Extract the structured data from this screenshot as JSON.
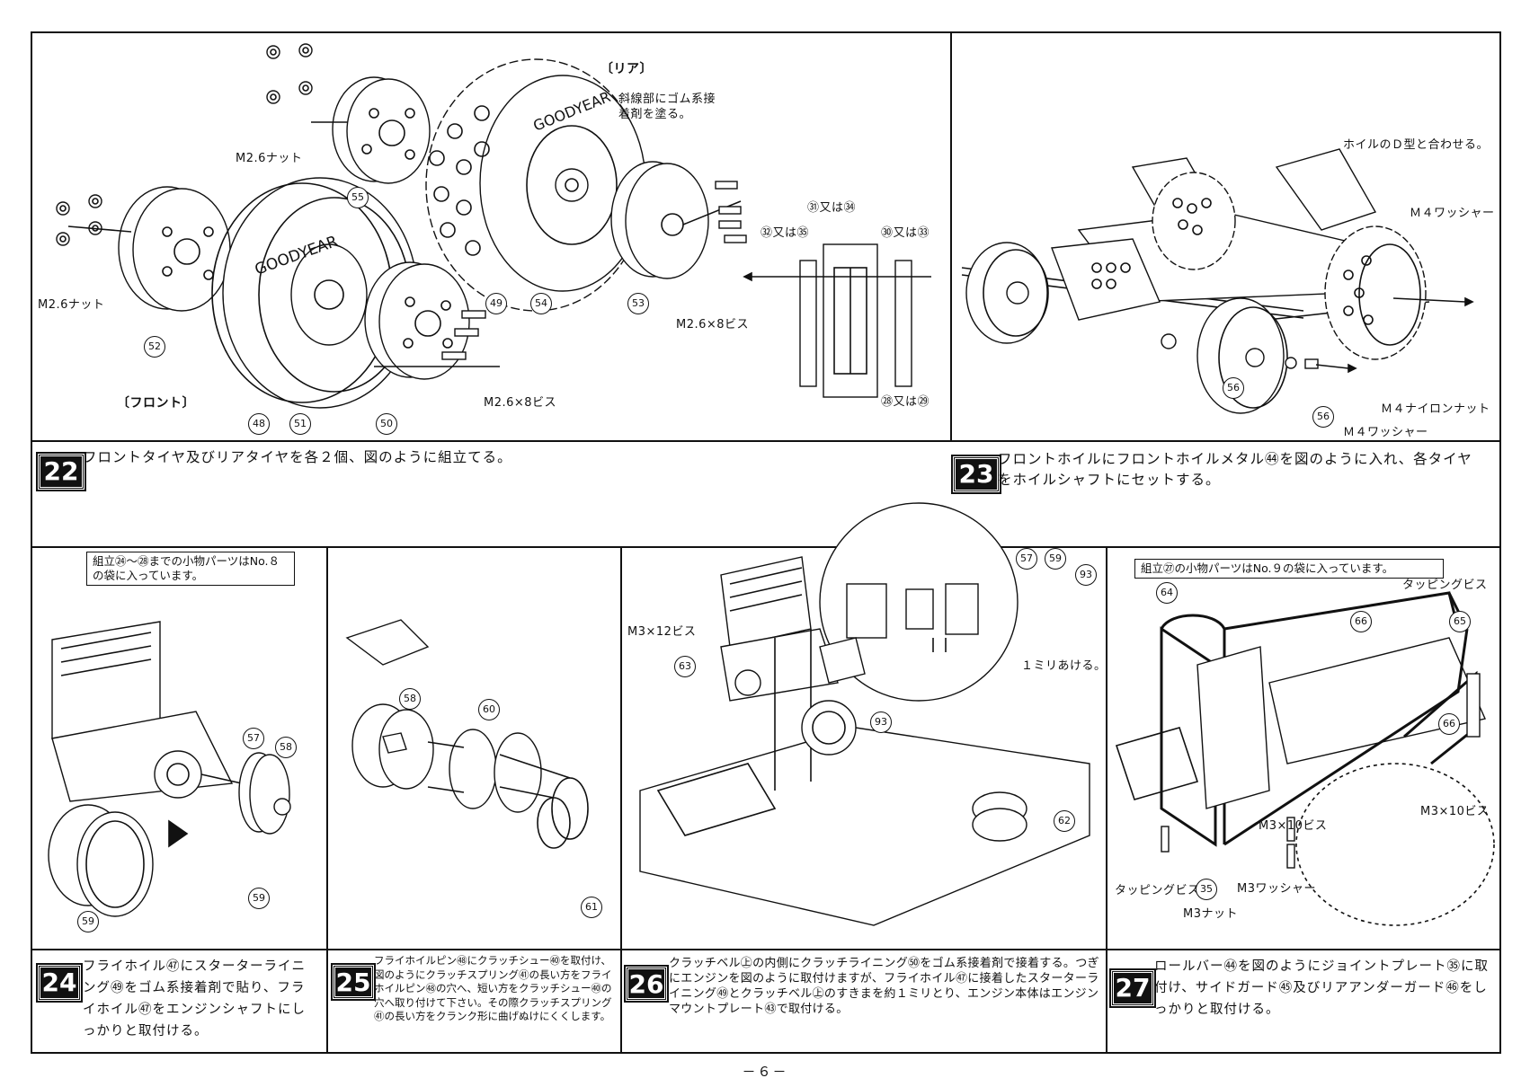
{
  "steps": [
    {
      "id": "22",
      "text": "フロントタイヤ及びリアタイヤを各２個、図のように組立てる。"
    },
    {
      "id": "23",
      "text": "フロントホイルにフロントホイルメタル㊹を図のように入れ、各タイヤをホイルシャフトにセットする。"
    },
    {
      "id": "24",
      "text": "フライホイル㊼にスターターライニング㊾をゴム系接着剤で貼り、フライホイル㊼をエンジンシャフトにしっかりと取付ける。"
    },
    {
      "id": "25",
      "text": "フライホイルピン㊽にクラッチシュー㊵を取付け、図のようにクラッチスプリング㊶の長い方をフライホイルピン㊽の穴へ、短い方をクラッチシュー㊵の穴へ取り付けて下さい。その際クラッチスプリング㊶の長い方をクランク形に曲げぬけにくくします。"
    },
    {
      "id": "26",
      "text": "クラッチベル㊤の内側にクラッチライニング㊿をゴム系接着剤で接着する。つぎにエンジンを図のように取付けますが、フライホイル㊼に接着したスターターライニング㊾とクラッチベル㊤のすきまを約１ミリとり、エンジン本体はエンジンマウントプレート㊸で取付ける。"
    },
    {
      "id": "27",
      "text": "ロールバー㊹を図のようにジョイントプレート㉟に取付け、サイドガード㊺及びリアアンダーガード㊻をしっかりと取付ける。"
    }
  ],
  "panel22": {
    "rear": "〔リア〕",
    "front": "〔フロント〕",
    "glue_note": "斜線部にゴム系接着剤を塗る。",
    "nut_top": "M2.6ナット",
    "nut_left": "M2.6ナット",
    "screw_mid": "M2.6×8ビス",
    "screw_bottom": "M2.6×8ビス",
    "or_51_54": "㉛又は㉞",
    "or_52_55": "㉜又は㉟",
    "or_50_53": "㉚又は㉝",
    "or_48_49": "㉘又は㉙",
    "nums": [
      "55",
      "52",
      "48",
      "51",
      "50",
      "49",
      "54",
      "53"
    ]
  },
  "panel23": {
    "d_note": "ホイルのＤ型と合わせる。",
    "washer_top": "Ｍ４ワッシャー",
    "nylon_nut": "Ｍ４ナイロンナット",
    "washer_bottom": "Ｍ４ワッシャー",
    "nums": [
      "56",
      "56"
    ]
  },
  "panel24": {
    "note": "組立㉔～㉘までの小物パーツはNo.８の袋に入っています。",
    "nums": [
      "57",
      "58",
      "59",
      "59"
    ]
  },
  "panel25": {
    "nums": [
      "58",
      "60",
      "61"
    ]
  },
  "panel26": {
    "screw": "M3×12ビス",
    "gap": "１ミリあける。",
    "nums": [
      "57",
      "59",
      "93",
      "63",
      "93",
      "62"
    ]
  },
  "panel27": {
    "note": "組立㉗の小物パーツはNo.９の袋に入っています。",
    "tapping_top": "タッピングビス",
    "tapping_bottom": "タッピングビス",
    "screw_mid": "M3×10ビス",
    "screw_right": "M3×10ビス",
    "washer": "M3ワッシャー",
    "nut": "M3ナット",
    "nums": [
      "64",
      "66",
      "65",
      "66",
      "35"
    ]
  },
  "page_number": "－６－"
}
